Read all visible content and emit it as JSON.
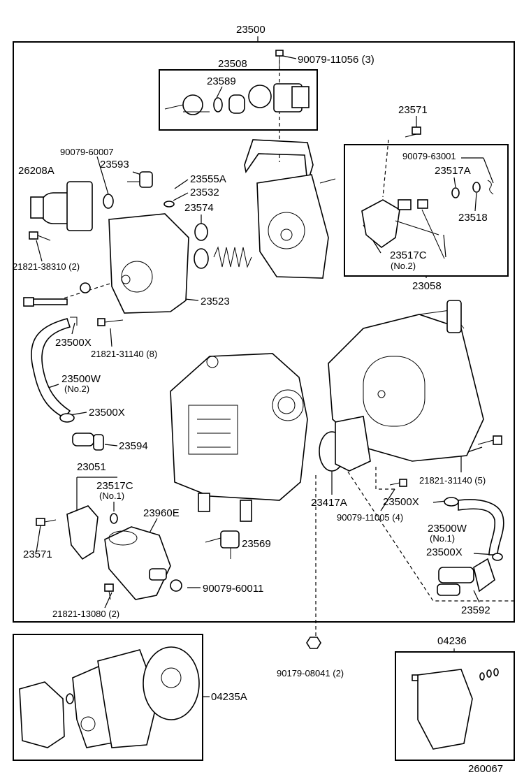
{
  "labels": {
    "assembly": "23500",
    "p23508": "23508",
    "p23589": "23589",
    "p90079_11056": "90079-11056 (3)",
    "p23571_top": "23571",
    "p90079_60007": "90079-60007",
    "p23593": "23593",
    "p26208A": "26208A",
    "p23555A": "23555A",
    "p23532": "23532",
    "p23574": "23574",
    "p90079_63001": "90079-63001",
    "p23517A": "23517A",
    "p23518": "23518",
    "p23517C_top": "23517C",
    "p23517C_top_sub": "(No.2)",
    "p23058": "23058",
    "p21821_38310": "21821-38310 (2)",
    "p23523": "23523",
    "p23500X_a": "23500X",
    "p21821_31140_8": "21821-31140 (8)",
    "p23500W_top": "23500W",
    "p23500W_top_sub": "(No.2)",
    "p23500X_b": "23500X",
    "p23594": "23594",
    "p23051": "23051",
    "p23517C_bot": "23517C",
    "p23517C_bot_sub": "(No.1)",
    "p23960E": "23960E",
    "p23571_bot": "23571",
    "p23569": "23569",
    "p90079_60011": "90079-60011",
    "p21821_13080": "21821-13080 (2)",
    "p23417A": "23417A",
    "p21821_31140_5": "21821-31140 (5)",
    "p23500X_c": "23500X",
    "p90079_11005": "90079-11005 (4)",
    "p23500W_bot": "23500W",
    "p23500W_bot_sub": "(No.1)",
    "p23500X_d": "23500X",
    "p23592": "23592",
    "p90179_08041": "90179-08041 (2)",
    "p04235A": "04235A",
    "p04236": "04236",
    "drawing_no": "260067"
  }
}
